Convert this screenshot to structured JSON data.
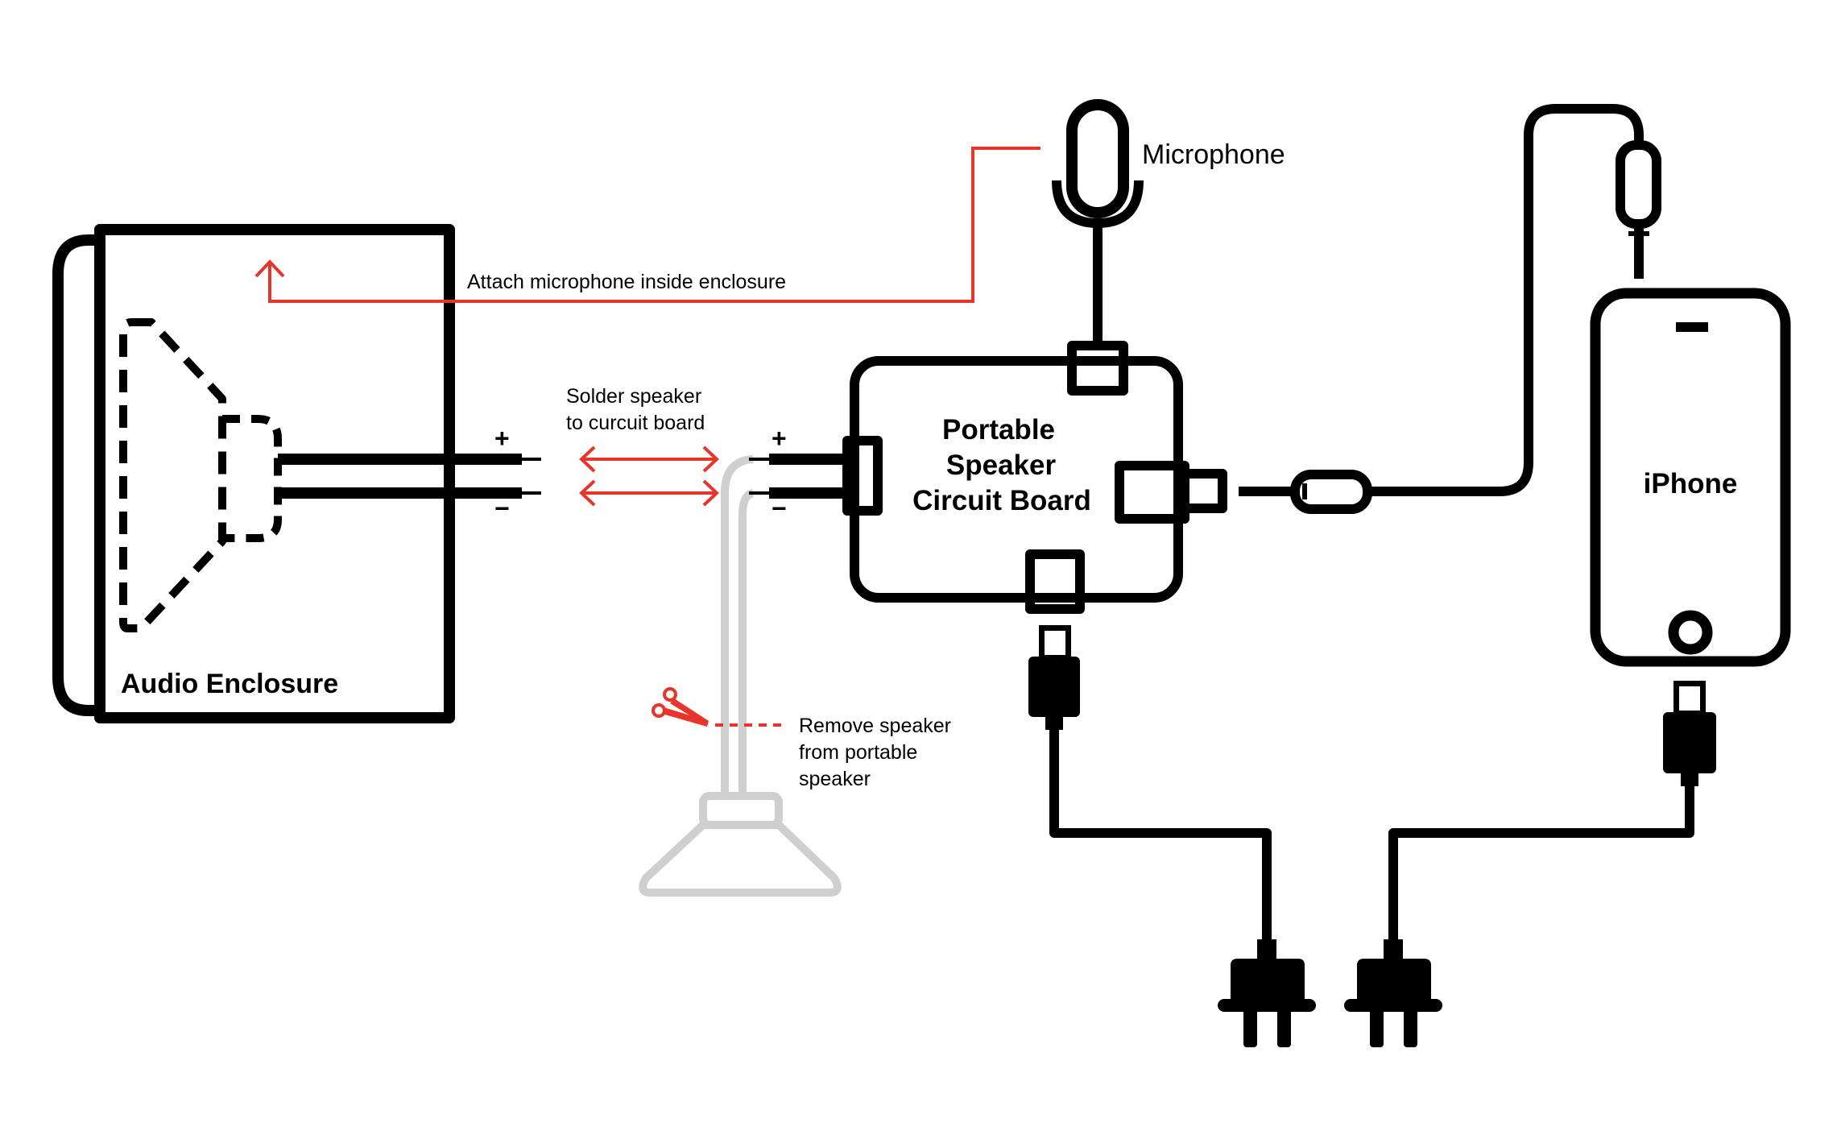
{
  "labels": {
    "audio_enclosure": "Audio Enclosure",
    "microphone": "Microphone",
    "attach_mic_note": "Attach microphone inside enclosure",
    "solder_note_line1": "Solder speaker",
    "solder_note_line2": "to curcuit board",
    "circuit_board_line1": "Portable",
    "circuit_board_line2": "Speaker",
    "circuit_board_line3": "Circuit Board",
    "iphone": "iPhone",
    "remove_note_line1": "Remove speaker",
    "remove_note_line2": "from portable",
    "remove_note_line3": "speaker",
    "plus_left": "+",
    "minus_left": "−",
    "plus_right": "+",
    "minus_right": "−"
  },
  "colors": {
    "line": "#000000",
    "annotation": "#e8352b",
    "removed_part": "#cfcfcf",
    "background": "#ffffff"
  },
  "icons": [
    "microphone-icon",
    "scissors-icon",
    "speaker-cone-icon",
    "iphone-icon",
    "power-plug-icon",
    "lightning-connector-icon",
    "audio-jack-icon"
  ]
}
